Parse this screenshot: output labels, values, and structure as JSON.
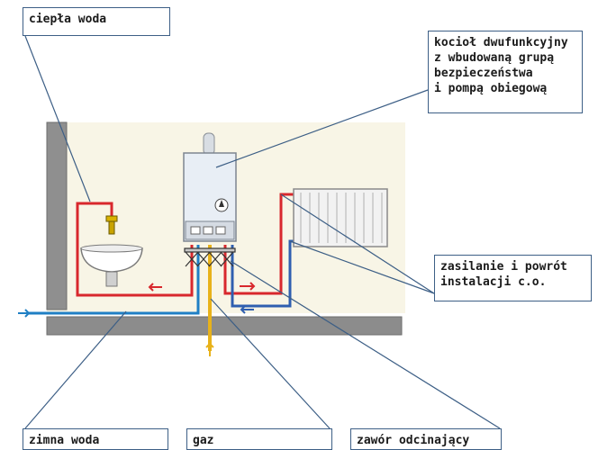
{
  "colors": {
    "background_wall": "#f8f5e6",
    "floor": "#8c8c8c",
    "hot_pipe": "#d8282d",
    "cold_pipe": "#1f7fc4",
    "gas_pipe": "#e8b21a",
    "return_pipe": "#2f5fb0",
    "leader_line": "#3d5f86",
    "boiler_body": "#e8eef5"
  },
  "icons": [
    "boiler-icon",
    "sink-icon",
    "faucet-icon",
    "radiator-icon",
    "shutoff-valve-icon",
    "flow-arrow-icon",
    "pump-icon"
  ],
  "labels": {
    "hot_water": "ciepła woda",
    "boiler_line1": "kocioł dwufunkcyjny",
    "boiler_line2": "z wbudowaną grupą",
    "boiler_line3": "bezpieczeństwa",
    "boiler_line4": "i pompą obiegową",
    "supply_line1": "zasilanie i powrót",
    "supply_line2": "instalacji c.o.",
    "cold_water": "zimna woda",
    "gas": "gaz",
    "shutoff_valve": "zawór odcinający"
  }
}
